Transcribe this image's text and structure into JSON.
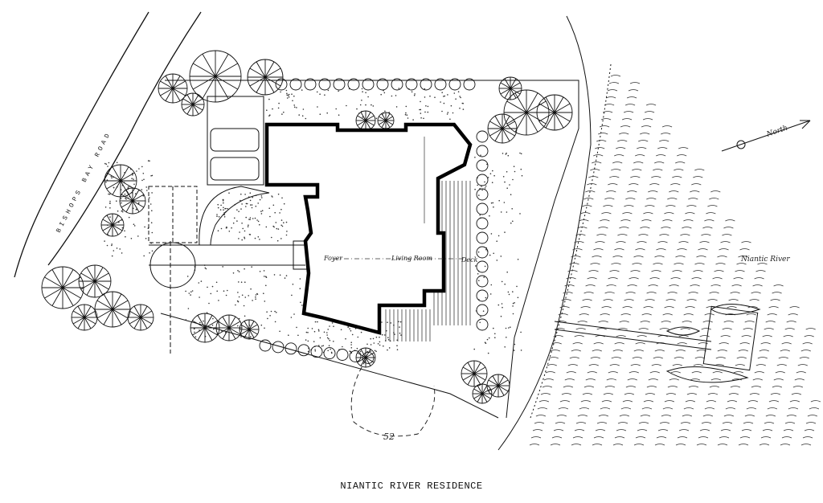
{
  "title": "NIANTIC RIVER RESIDENCE",
  "labels": {
    "road": "BISHOPS BAY ROAD",
    "river": "Niantic River",
    "north": "North",
    "foyer": "Foyer",
    "living_room": "Living Room",
    "deck": "Deck",
    "contour": "52"
  },
  "colors": {
    "ink": "#111111",
    "paper": "#ffffff"
  }
}
